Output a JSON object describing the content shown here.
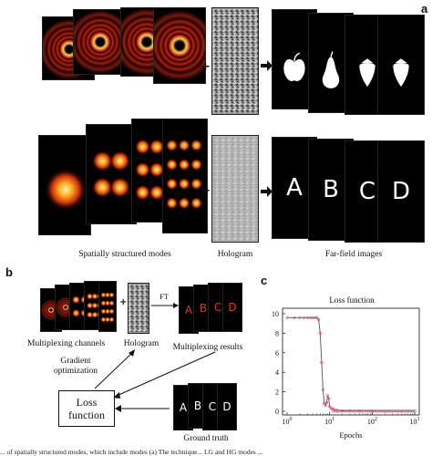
{
  "panels": {
    "a": "a",
    "b": "b",
    "c": "c"
  },
  "panel_a": {
    "modes_label": "Spatially structured modes",
    "hologram_label": "Hologram",
    "farfield_label": "Far-field images",
    "plus": "+",
    "fruits_row": [
      "apple",
      "pear",
      "strawberry",
      "strawberry"
    ],
    "letters_row": [
      "A",
      "B",
      "C",
      "D"
    ]
  },
  "panel_b": {
    "multiplexing_channels": "Multiplexing channels",
    "plus": "+",
    "hologram": "Hologram",
    "ft": "FT",
    "multiplexing_results": "Multiplexing results",
    "result_letters": [
      "A",
      "B",
      "C",
      "D"
    ],
    "gradient_line1": "Gradient",
    "gradient_line2": "optimization",
    "loss_line1": "Loss",
    "loss_line2": "function",
    "ground_truth": "Ground truth",
    "truth_letters": [
      "A",
      "B",
      "C",
      "D"
    ]
  },
  "chart_data": {
    "type": "line",
    "title": "Loss function",
    "xlabel": "Epochs",
    "ylabel": "",
    "xscale": "log",
    "xlim": [
      1,
      1000
    ],
    "ylim": [
      0,
      10
    ],
    "yticks": [
      0,
      2,
      4,
      6,
      8,
      10
    ],
    "xtick_labels": [
      "10^0",
      "10^1",
      "10^2",
      "10^3"
    ],
    "grid": false,
    "line_color": "#555555",
    "marker_color": "#e05a7a",
    "series": [
      {
        "x": [
          1,
          1.5,
          2,
          2.5,
          3,
          3.5,
          4,
          4.5,
          5,
          5.5,
          6,
          6.5,
          7,
          7.5,
          8,
          8.5,
          9,
          9.5,
          10,
          11,
          12,
          13,
          15,
          20,
          30,
          50,
          100,
          200,
          500,
          1000
        ],
        "y": [
          9.6,
          9.6,
          9.6,
          9.6,
          9.6,
          9.6,
          9.6,
          9.6,
          9.6,
          9.4,
          8.0,
          5.0,
          2.2,
          0.8,
          0.6,
          0.9,
          1.6,
          1.3,
          0.5,
          0.3,
          0.25,
          0.15,
          0.1,
          0.05,
          0.04,
          0.03,
          0.03,
          0.02,
          0.02,
          0.02
        ]
      }
    ]
  },
  "caption": "... of spatially structured modes, which include modes (a) The technique... LG and HG modes ..."
}
